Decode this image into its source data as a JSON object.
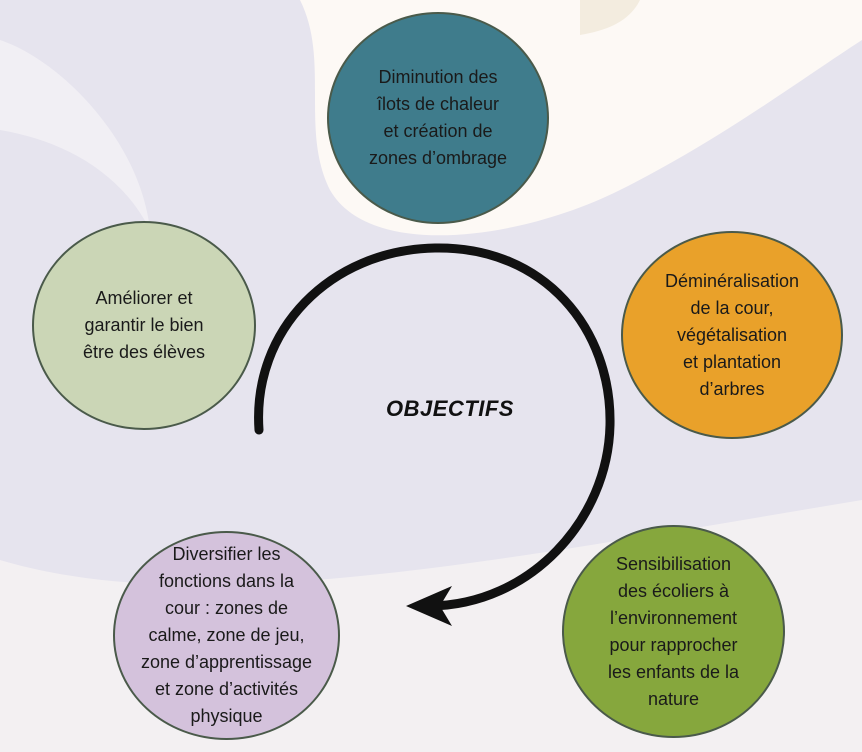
{
  "diagram": {
    "center_label": "OBJECTIFS",
    "objectives": [
      {
        "text": "Diminution des\nîlots de chaleur\net création de\nzones d’ombrage",
        "color": "#3f7c8c"
      },
      {
        "text": "Déminéralisation\nde la cour,\nvégétalisation\net plantation\nd’arbres",
        "color": "#e9a12a"
      },
      {
        "text": "Sensibilisation\ndes écoliers à\nl’environnement\npour rapprocher\nles enfants de la\nnature",
        "color": "#86a73d"
      },
      {
        "text": "Diversifier les\nfonctions dans la\ncour : zones de\ncalme, zone de jeu,\nzone d’apprentissage\net zone d’activités\nphysique",
        "color": "#d4c2dc"
      },
      {
        "text": "Améliorer et\ngarantir le bien\nêtre des élèves",
        "color": "#cbd6b6"
      }
    ]
  }
}
